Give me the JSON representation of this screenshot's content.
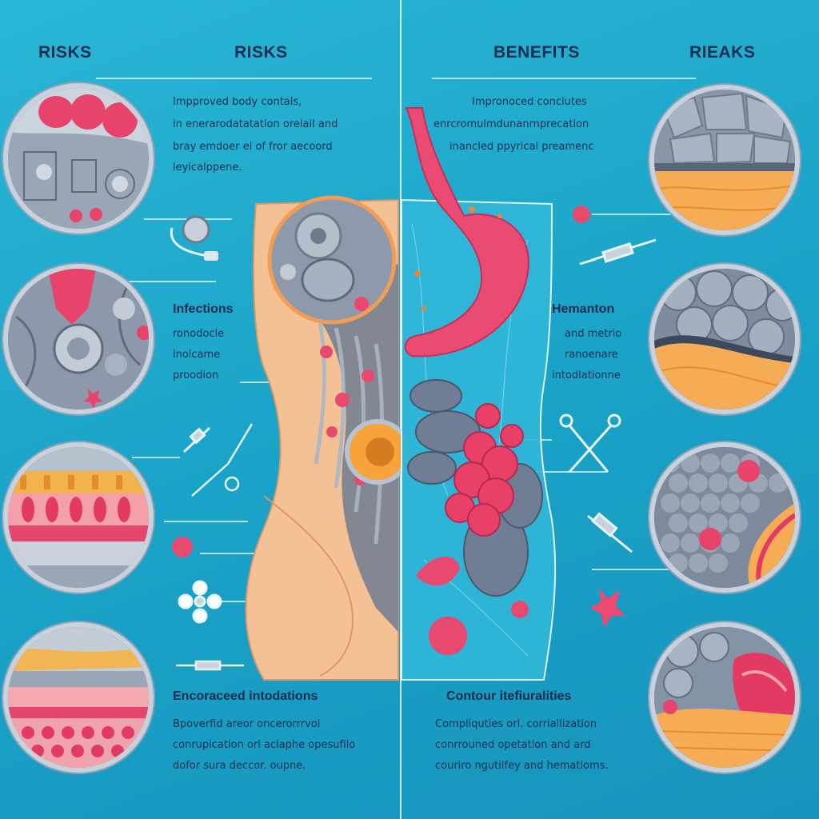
{
  "headers": {
    "left_1": "RISKS",
    "left_2": "RISKS",
    "right_1": "BENEFITS",
    "right_2": "RIEAKS"
  },
  "left_panel": {
    "intro_lines": [
      "Impproved body contals,",
      "in enerarodatatation orelail and",
      "bray emdoer el of fror aecoord",
      "leyicalppene."
    ],
    "infections_title": "Infections",
    "infections_lines": [
      "ronodocle",
      "inolcame",
      "proodion"
    ],
    "bottom_title": "Encoraceed intodations",
    "bottom_lines": [
      "Bpoverfid areor oncerorrrvol",
      "conrupication orl aclaphe opesufilo",
      "dofor sura deccor. oupne."
    ]
  },
  "right_panel": {
    "intro_lines": [
      "Impronoced conclutes",
      "enrcromulmdunanrnprecation",
      "inancled ppyrical preamenc"
    ],
    "hematoma_title": "Hemanton",
    "hematoma_lines": [
      "and metrio",
      "ranoenare",
      "intodlationne"
    ],
    "bottom_title": "Contour itefiuralities",
    "bottom_lines": [
      "Compliquties orl. corriallization",
      "conrrouned opetation and ard",
      "couriro ngutilfey and hematioms."
    ]
  },
  "colors": {
    "background": "#1aa3c8",
    "skin": "#f4c195",
    "organ_pink": "#e84a6f",
    "metal_gray": "#8e9aab",
    "fat_orange": "#f6ac54",
    "text_navy": "#0f2c4d"
  }
}
